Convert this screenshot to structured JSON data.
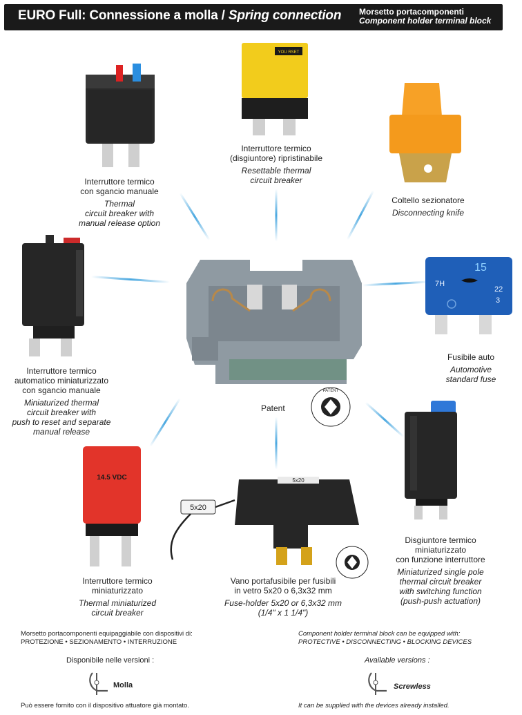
{
  "header": {
    "title_it": "EURO Full: Connessione a  molla /",
    "title_en": "Spring connection",
    "subtitle_it": "Morsetto portacomponenti",
    "subtitle_en": "Component holder terminal block"
  },
  "center": {
    "patent_label": "Patent",
    "seal_text": "PATENT",
    "colors": {
      "housing": "#8f9aa2",
      "accent": "#4aa8e0"
    }
  },
  "products": [
    {
      "it_lines": [
        "Interruttore termico",
        "con sgancio manuale"
      ],
      "en_lines": [
        "Thermal",
        "circuit breaker with",
        "manual release option"
      ]
    },
    {
      "it_lines": [
        "Interruttore termico",
        "(disgiuntore) ripristinabile"
      ],
      "en_lines": [
        "Resettable thermal",
        "circuit breaker"
      ],
      "device_mark": "YOU RSET"
    },
    {
      "it_lines": [
        "Coltello sezionatore"
      ],
      "en_lines": [
        "Disconnecting knife"
      ]
    },
    {
      "it_lines": [
        "Interruttore termico",
        "automatico miniaturizzato",
        "con sgancio manuale"
      ],
      "en_lines": [
        "Miniaturized thermal",
        "circuit breaker with",
        "push to reset and separate",
        "manual release"
      ]
    },
    {
      "it_lines": [
        "Fusibile auto"
      ],
      "en_lines": [
        "Automotive",
        "standard fuse"
      ],
      "device_marks": [
        "15",
        "7H",
        "22",
        "3"
      ]
    },
    {
      "it_lines": [
        "Interruttore termico",
        "miniaturizzato"
      ],
      "en_lines": [
        "Thermal miniaturized",
        "circuit breaker"
      ],
      "device_mark": "14.5 VDC"
    },
    {
      "it_lines": [
        "Vano portafusibile per fusibili",
        "in vetro 5x20 o 6,3x32 mm"
      ],
      "en_lines": [
        "Fuse-holder 5x20 or 6,3x32 mm",
        "(1/4\" x 1 1/4\")"
      ],
      "device_mark": "5x20"
    },
    {
      "it_lines": [
        "Disgiuntore termico",
        "miniaturizzato",
        "con funzione interruttore"
      ],
      "en_lines": [
        "Miniaturized single pole",
        "thermal circuit breaker",
        "with switching function",
        "(push-push actuation)"
      ]
    }
  ],
  "footer": {
    "it_intro": "Morsetto portacomponenti equipaggiabile con dispositivi di:",
    "it_types": "PROTEZIONE • SEZIONAMENTO • INTERRUZIONE",
    "it_versions": "Disponibile nelle versioni :",
    "it_version_label": "Molla",
    "it_note": "Può essere fornito con il dispositivo attuatore già montato.",
    "en_intro": "Component holder terminal block can be equipped with:",
    "en_types": "PROTECTIVE • DISCONNECTING • BLOCKING DEVICES",
    "en_versions": "Available versions :",
    "en_version_label": "Screwless",
    "en_note": "It can be supplied with the devices already installed."
  }
}
